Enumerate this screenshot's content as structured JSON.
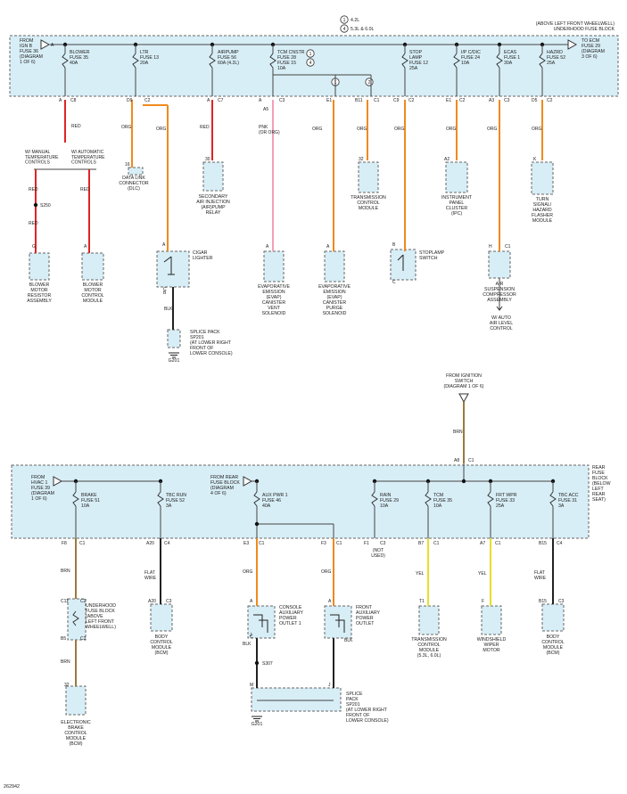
{
  "colors": {
    "fuse_block_fill": "#d8eef6",
    "fuse_block_stroke": "#666666",
    "component_fill": "#d8eef6",
    "wire_red": "#e02424",
    "wire_orange": "#f08a1c",
    "wire_pink": "#f2a0b8",
    "wire_black": "#222222",
    "wire_brown": "#9a7a40",
    "wire_yellow": "#e8de2a",
    "bus": "#444444"
  },
  "legend": {
    "item1_symbol": "1",
    "item1_text": "4.2L",
    "item2_symbol": "4",
    "item2_text": "5.3L & 6.0L"
  },
  "upper_block": {
    "title": "(ABOVE LEFT FRONT WHEELWELL)\nUNDERHOOD FUSE BLOCK",
    "feed_in": "FROM\nIGN B\nFUSE 36\n(DIAGRAM\n1 OF 6)",
    "feed_out": "TO ECM\nFUSE 29\n(DIAGRAM\n3 OF 6)",
    "connector_letter": "A",
    "fuses": [
      "BLOWER\nFUSE 35\n40A",
      "LTR\nFUSE 13\n20A",
      "AIRPUMP\nFUSE 56\n60A (4.2L)",
      "TCM CNSTR\nFUSE 28\nFUSE 15\n10A",
      "STOP\nLAMP\nFUSE 12\n25A",
      "I/P C/DIC\nFUSE 24\n10A",
      "ECAS\nFUSE 1\n30A",
      "HAZRD\nFUSE 52\n25A"
    ],
    "circle_labels": [
      "1",
      "4",
      "1",
      "2"
    ],
    "pins": [
      "A",
      "C8",
      "D9",
      "C2",
      "A",
      "C7",
      "A",
      "A5",
      "C3",
      "E1",
      "B11",
      "C1",
      "C9",
      "C2",
      "E1",
      "C2",
      "A3",
      "C3",
      "D5",
      "C2"
    ]
  },
  "upper_wires": {
    "red": "RED",
    "orange": "ORG",
    "pink": "PNK\n(OR ORG)",
    "black": "BLK",
    "S250": "S250",
    "manual": "W/ MANUAL\nTEMPERATURE\nCONTROLS",
    "automatic": "W/ AUTOMATIC\nTEMPERATURE\nCONTROLS"
  },
  "upper_components": {
    "blower_resistor": "BLOWER\nMOTOR\nRESISTOR\nASSEMBLY",
    "blower_control": "BLOWER\nMOTOR\nCONTROL\nMODULE",
    "dlc": "DATA LINK\nCONNECTOR\n(DLC)",
    "cigar": "CIGAR\nLIGHTER",
    "splice_pack": "SPLICE PACK\nSP201\n(AT LOWER RIGHT\nFRONT OF\nLOWER CONSOLE)",
    "g201": "G201",
    "secondary_air": "SECONDARY\nAIR INJECTION\n(AIR)PUMP\nRELAY",
    "evap_vent": "EVAPORATIVE\nEMISSION\n(EVAP)\nCANISTER\nVENT\nSOLENOID",
    "evap_purge": "EVAPORATIVE\nEMISSION\n(EVAP)\nCANISTER\nPURGE\nSOLENOID",
    "tcm": "TRANSMISSION\nCONTROL\nMODULE",
    "stoplamp": "STOPLAMP\nSWITCH",
    "ipc": "INSTRUMENT\nPANEL\nCLUSTER\n(IPC)",
    "air_susp": "AIR\nSUSPENSION\nCOMPRESSOR\nASSEMBLY",
    "auto_level": "W/ AUTO\nAIR LEVEL\nCONTROL",
    "turn": "TURN\nSIGNAL/\nHAZARD\nFLASHER\nMODULE",
    "pins": [
      "G",
      "A",
      "16",
      "A",
      "B",
      "C",
      "30",
      "A",
      "A",
      "32",
      "A2",
      "B",
      "C",
      "H",
      "C1",
      "K"
    ]
  },
  "ignition": {
    "label": "FROM IGNITION\nSWITCH\n(DIAGRAM 1 OF 6)",
    "wire": "BRN",
    "pins": [
      "A8",
      "C1"
    ]
  },
  "lower_block": {
    "title": "REAR\nFUSE\nBLOCK\n(BELOW\nLEFT\nREAR\nSEAT)",
    "feed_hvac": "FROM\nHVAC 1\nFUSE 39\n(DIAGRAM\n1 OF 6)",
    "feed_rear": "FROM REAR\nFUSE BLOCK\n(DIAGRAM\n4 OF 6)",
    "fuses": [
      "BRAKE\nFUSE 51\n10A",
      "TBC RUN\nFUSE 52\n3A",
      "AUX PWR 1\nFUSE 46\n40A",
      "RAIN\nFUSE 29\n10A",
      "TCM\nFUSE 35\n10A",
      "FRT WPR\nFUSE 33\n25A",
      "TBC ACC\nFUSE 31\n3A"
    ],
    "pins": [
      "F8",
      "C1",
      "A20",
      "C4",
      "E3",
      "C1",
      "F3",
      "C1",
      "F1",
      "C3",
      "B7",
      "C1",
      "A7",
      "C1",
      "B15",
      "C4"
    ],
    "not_used": "(NOT\nUSED)"
  },
  "lower_wires": {
    "brown": "BRN",
    "flat_wire": "FLAT\nWIRE",
    "orange": "ORG",
    "black": "BLK",
    "yellow": "YEL",
    "S307": "S307"
  },
  "lower_components": {
    "underhood": "UNDERHOOD\nFUSE BLOCK\n(ABOVE\nLEFT FRONT\nWHEELWELL)",
    "ebcm": "ELECTRONIC\nBRAKE\nCONTROL\nMODULE\n(BCM)",
    "bcm_left": "BODY\nCONTROL\nMODULE\n(BCM)",
    "console_outlet": "CONSOLE\nAUXILIARY\nPOWER\nOUTLET 1",
    "front_outlet": "FRONT\nAUXILIARY\nPOWER\nOUTLET",
    "splice_pack": "SPLICE\nPACK\nSP201\n(AT LOWER RIGHT\nFRONT OF\nLOWER CONSOLE)",
    "g201": "G201",
    "tcm": "TRANSMISSION\nCONTROL\nMODULE\n(5.3L, 6.0L)",
    "wiper": "WINDSHIELD\nWIPER\nMOTOR",
    "bcm_right": "BODY\nCONTROL\nMODULE\n(BCM)",
    "pins": [
      "C11",
      "C2",
      "B5",
      "C3",
      "32",
      "A20",
      "C3",
      "A",
      "C",
      "A",
      "J",
      "M",
      "J",
      "T1",
      "F",
      "B15",
      "C3"
    ]
  },
  "figure_id": "262942"
}
